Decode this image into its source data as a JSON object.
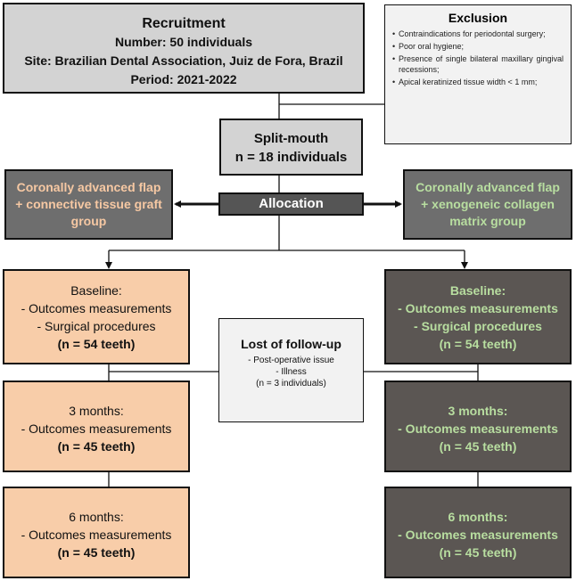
{
  "recruitment": {
    "title": "Recruitment",
    "number": "Number: 50 individuals",
    "site": "Site: Brazilian Dental Association, Juiz de Fora, Brazil",
    "period": "Period: 2021-2022"
  },
  "exclusion": {
    "title": "Exclusion",
    "items": [
      "Contraindications for periodontal surgery;",
      "Poor oral hygiene;",
      "Presence of single bilateral maxillary gingival recessions;",
      "Apical keratinized tissue width < 1 mm;"
    ]
  },
  "split_mouth": {
    "title": "Split-mouth",
    "n": "n = 18 individuals"
  },
  "allocation": {
    "label": "Allocation"
  },
  "arm_left": {
    "lines": [
      "Coronally advanced flap",
      "+ connective tissue graft",
      "group"
    ]
  },
  "arm_right": {
    "lines": [
      "Coronally advanced flap",
      "+ xenogeneic collagen",
      "matrix group"
    ]
  },
  "baseline": {
    "title": "Baseline:",
    "outcomes": "- Outcomes measurements",
    "surgical": "- Surgical procedures",
    "n": "(n = 54 teeth)"
  },
  "month3": {
    "title": "3 months:",
    "outcomes": "- Outcomes measurements",
    "n": "(n = 45 teeth)"
  },
  "month6": {
    "title": "6 months:",
    "outcomes": "- Outcomes measurements",
    "n": "(n = 45 teeth)"
  },
  "lost_followup": {
    "title": "Lost of follow-up",
    "items": [
      "- Post-operative issue",
      "- Illness",
      "(n = 3 individuals)"
    ]
  },
  "colors": {
    "peach": "#f8cda9",
    "dark_box": "#5b5653",
    "green_text": "#b8dea0",
    "light_gray": "#d3d3d3"
  }
}
